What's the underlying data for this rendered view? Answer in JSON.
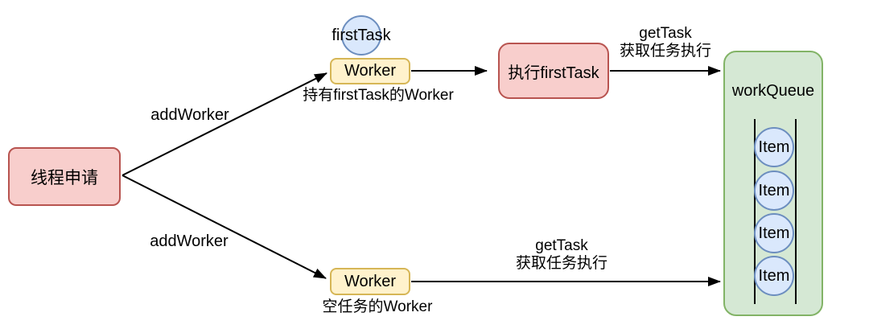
{
  "nodes": {
    "thread_request": {
      "label": "线程申请"
    },
    "first_task": {
      "label": "firstTask"
    },
    "worker_top": {
      "label": "Worker",
      "caption": "持有firstTask的Worker"
    },
    "exec_first_task": {
      "label": "执行firstTask"
    },
    "worker_bottom": {
      "label": "Worker",
      "caption": "空任务的Worker"
    },
    "work_queue": {
      "label": "workQueue",
      "items": [
        {
          "label": "Item"
        },
        {
          "label": "Item"
        },
        {
          "label": "Item"
        },
        {
          "label": "Item"
        }
      ]
    }
  },
  "edges": {
    "add_worker_top": {
      "label": "addWorker"
    },
    "add_worker_bottom": {
      "label": "addWorker"
    },
    "get_task_top": {
      "line1": "getTask",
      "line2": "获取任务执行"
    },
    "get_task_bottom": {
      "line1": "getTask",
      "line2": "获取任务执行"
    }
  },
  "colors": {
    "red_fill": "#f8cecc",
    "red_stroke": "#b85450",
    "yellow_fill": "#fff2cc",
    "yellow_stroke": "#d6b656",
    "green_fill": "#d5e8d4",
    "green_stroke": "#82b366",
    "blue_fill": "#dae8fc",
    "blue_stroke": "#6c8ebf",
    "arrow_stroke": "#000000"
  }
}
